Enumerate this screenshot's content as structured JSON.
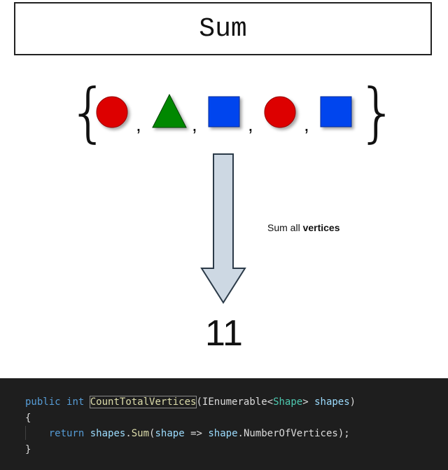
{
  "header": {
    "title": "Sum"
  },
  "set": {
    "open_brace": "{",
    "close_brace": "}",
    "separator": ",",
    "items": [
      {
        "shape": "circle-icon",
        "color": "#dd0000"
      },
      {
        "shape": "triangle-icon",
        "color": "#008800"
      },
      {
        "shape": "square-icon",
        "color": "#0044ee"
      },
      {
        "shape": "circle-icon",
        "color": "#dd0000"
      },
      {
        "shape": "square-icon",
        "color": "#0044ee"
      }
    ]
  },
  "arrow": {
    "caption_prefix": "Sum all ",
    "caption_bold": "vertices",
    "fill": "#cdd8e3"
  },
  "result": {
    "value": "11"
  },
  "code": {
    "line1": {
      "kw1": "public",
      "kw2": "int",
      "method": "CountTotalVertices",
      "p1": "(",
      "type1": "IEnumerable",
      "lt": "<",
      "type2": "Shape",
      "gt": ">",
      "param": "shapes",
      "p2": ")"
    },
    "line2": {
      "brace": "{"
    },
    "line3": {
      "kw": "return",
      "obj": "shapes",
      "dot1": ".",
      "call": "Sum",
      "open": "(",
      "lam": "shape",
      "arrow": " => ",
      "obj2": "shape",
      "dot2": ".",
      "prop": "NumberOfVertices",
      "close": ");"
    },
    "line4": {
      "brace": "}"
    }
  }
}
